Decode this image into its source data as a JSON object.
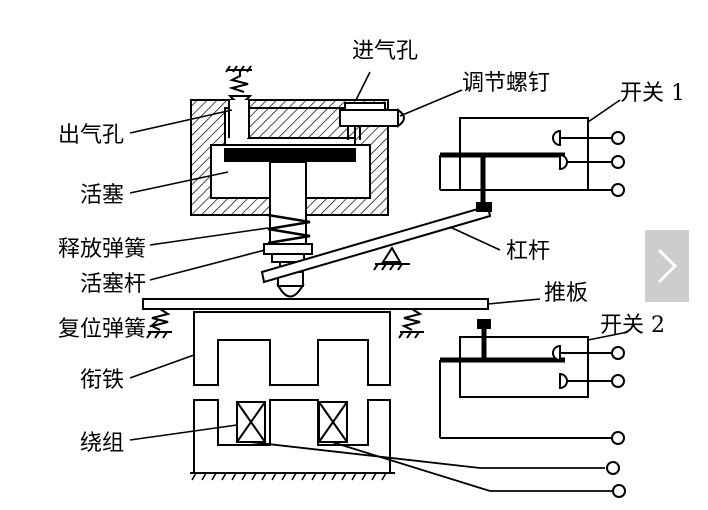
{
  "labels": {
    "inlet": "进气孔",
    "adjust_screw": "调节螺钉",
    "switch1": "开关 1",
    "outlet": "出气孔",
    "piston": "活塞",
    "release_spring": "释放弹簧",
    "piston_rod": "活塞杆",
    "lever": "杠杆",
    "push_plate": "推板",
    "switch2": "开关 2",
    "reset_spring": "复位弹簧",
    "armature": "衔铁",
    "winding": "绕组"
  },
  "colors": {
    "line": "#000000",
    "hatch": "#000000",
    "nav_bg": "#c8c8c8",
    "nav_arrow": "#ffffff"
  },
  "icons": {
    "next": "chevron-right-icon"
  }
}
